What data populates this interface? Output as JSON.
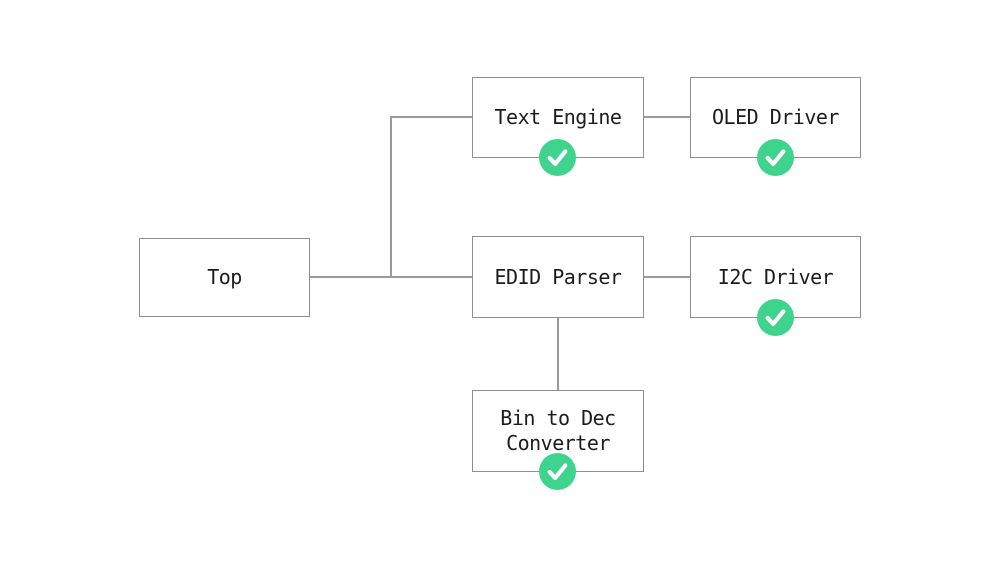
{
  "diagram": {
    "nodes": [
      {
        "id": "top",
        "label": "Top",
        "checked": false
      },
      {
        "id": "text-engine",
        "label": "Text Engine",
        "checked": true
      },
      {
        "id": "oled-driver",
        "label": "OLED Driver",
        "checked": true
      },
      {
        "id": "edid-parser",
        "label": "EDID Parser",
        "checked": false
      },
      {
        "id": "i2c-driver",
        "label": "I2C Driver",
        "checked": true
      },
      {
        "id": "bin-to-dec-converter",
        "label": "Bin to Dec Converter",
        "checked": true
      }
    ],
    "edges": [
      {
        "from": "top",
        "to": "text-engine"
      },
      {
        "from": "top",
        "to": "edid-parser"
      },
      {
        "from": "text-engine",
        "to": "oled-driver"
      },
      {
        "from": "edid-parser",
        "to": "i2c-driver"
      },
      {
        "from": "edid-parser",
        "to": "bin-to-dec-converter"
      }
    ],
    "colors": {
      "background": "#ffffff",
      "box_border": "#8f8f8f",
      "connector": "#9a9a9a",
      "text": "#1c1c1c",
      "check_green": "#3fd48d",
      "check_mark": "#ffffff"
    },
    "icons": {
      "status_check": "checkmark-icon"
    }
  }
}
